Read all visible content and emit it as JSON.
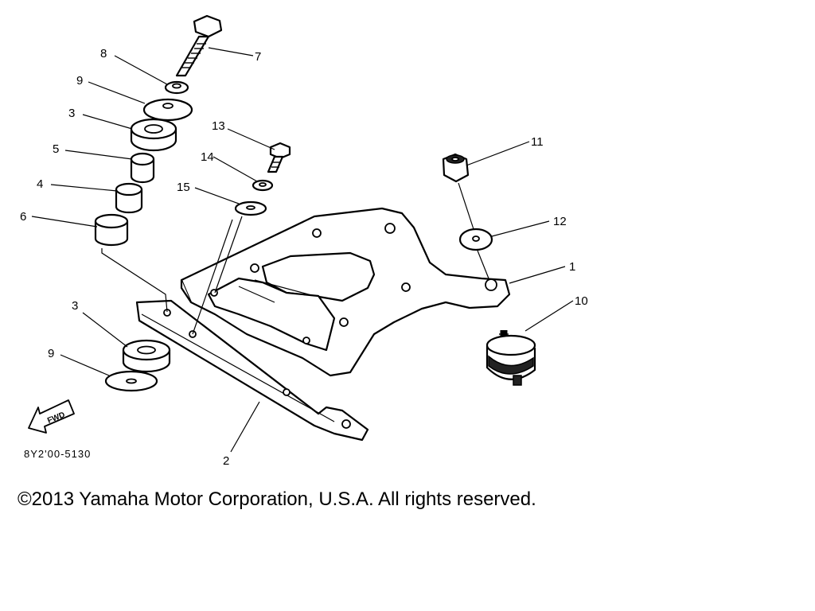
{
  "diagram": {
    "callouts": {
      "c1": "1",
      "c2": "2",
      "c3a": "3",
      "c3b": "3",
      "c4": "4",
      "c5": "5",
      "c6": "6",
      "c7": "7",
      "c8": "8",
      "c9a": "9",
      "c9b": "9",
      "c10": "10",
      "c11": "11",
      "c12": "12",
      "c13": "13",
      "c14": "14",
      "c15": "15"
    },
    "fwd_label": "FWD",
    "drawing_code": "8Y2'00-5130"
  },
  "footer": {
    "copyright": "©2013 Yamaha Motor Corporation, U.S.A. All rights reserved."
  }
}
